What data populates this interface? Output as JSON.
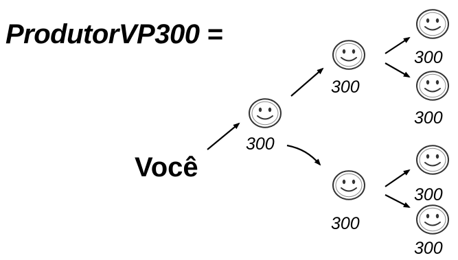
{
  "title": "ProdutorVP300 =",
  "root_label": "Você",
  "node_value": "300",
  "colors": {
    "line": "#000000",
    "face_fill": "#ffffff",
    "face_stroke": "#333333"
  },
  "nodes": [
    {
      "id": "level1",
      "icon": "smiley-face-icon",
      "value": "300"
    },
    {
      "id": "level2-top",
      "icon": "smiley-face-icon",
      "value": "300"
    },
    {
      "id": "level2-bottom",
      "icon": "smiley-face-icon",
      "value": "300"
    },
    {
      "id": "level3-top-a",
      "icon": "smiley-face-icon",
      "value": "300"
    },
    {
      "id": "level3-top-b",
      "icon": "smiley-face-icon",
      "value": "300"
    },
    {
      "id": "level3-bottom-a",
      "icon": "smiley-face-icon",
      "value": "300"
    },
    {
      "id": "level3-bottom-b",
      "icon": "smiley-face-icon",
      "value": "300"
    }
  ]
}
